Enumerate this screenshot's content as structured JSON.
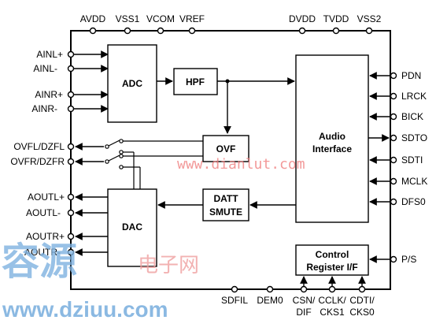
{
  "top_pins": {
    "left": [
      "AVDD",
      "VSS1",
      "VCOM",
      "VREF"
    ],
    "right": [
      "DVDD",
      "TVDD",
      "VSS2"
    ]
  },
  "left_pins": [
    "AINL+",
    "AINL-",
    "AINR+",
    "AINR-",
    "OVFL/DZFL",
    "OVFR/DZFR",
    "AOUTL+",
    "AOUTL-",
    "AOUTR+",
    "AOUTR-"
  ],
  "right_pins": [
    "PDN",
    "LRCK",
    "BICK",
    "SDTO",
    "SDTI",
    "MCLK",
    "DFS0",
    "P/S"
  ],
  "bottom_pins": [
    "SDFIL",
    "DEM0"
  ],
  "bottom_pins_two_line": [
    {
      "line1": "CSN/",
      "line2": "DIF"
    },
    {
      "line1": "CCLK/",
      "line2": "CKS1"
    },
    {
      "line1": "CDTI/",
      "line2": "CKS0"
    }
  ],
  "blocks": {
    "adc": "ADC",
    "hpf": "HPF",
    "ovf": "OVF",
    "datt_line1": "DATT",
    "datt_line2": "SMUTE",
    "dac": "DAC",
    "audio_line1": "Audio",
    "audio_line2": "Interface",
    "control_line1": "Control",
    "control_line2": "Register I/F"
  },
  "watermarks": {
    "big_chars": "容源",
    "cn_chars": "电子网",
    "url_bottom": "www.dziuu.com",
    "url_center": "www.dianlut.com"
  },
  "colors": {
    "line": "#000000",
    "watermark_blue": "#7fb2e0",
    "watermark_red": "#f08080"
  }
}
